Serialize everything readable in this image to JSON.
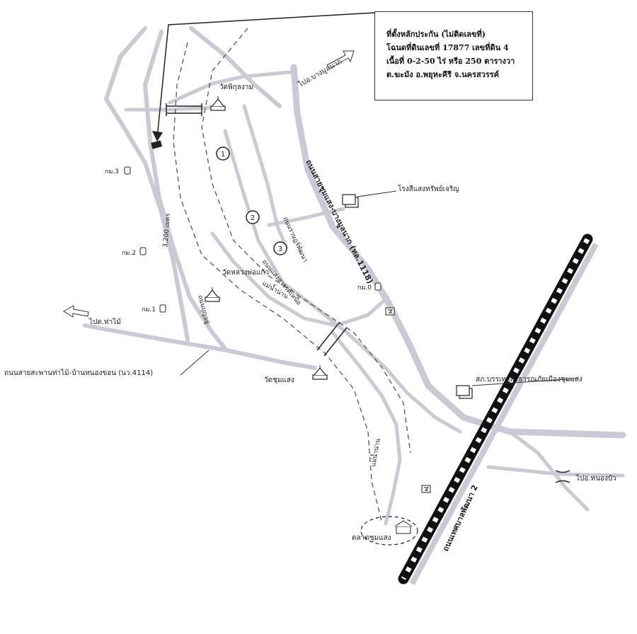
{
  "info_box": {
    "line1": "ที่ตั้งหลักประกัน (ไม่ติดเลขที่)",
    "line2": "โฉนดที่ดินเลขที่ 17877  เลขที่ดิน 4",
    "line3": "เนื้อที่ 0-2-50 ไร่ หรือ 250 ตารางวา",
    "line4": "ต.ฆะมัง  อ.พยุหะคีรี จ.นครสวรรค์"
  },
  "labels": {
    "temple_top": "วัดพิกุลงาม",
    "temple_mid": "วัดหลวงพ่อแก้ว",
    "temple_bottom": "วัดชุมแสง",
    "factory": "โรงสีแสงทรัพย์เจริญ",
    "police": "สภ.บรรเทาสาธารณภัยเมืองชุมแสง",
    "market": "ตลาดชุมแสง",
    "to_bang_mun_nak": "ไปอ.บางมูลนาก",
    "to_tha_mai": "ไปต.ท่าไม้",
    "to_nong_bua": "ไปอ.หนองบัว",
    "main_road": "ถนนสายชุมแสง-บางมูลนาก (ทล.1118)",
    "rail_road": "ถนนเทศบาลพัฒนา 2",
    "road_tha_mai": "ถนนสายสะพานท่าไม้-บ้านหนองขอน (นว.4114)",
    "road_3200": "3,200 เมตร",
    "road_river": "ถนนบุญอยู่",
    "road_nakhon_sawan": "ถนนแสงสวรรค์เหนือ",
    "road_kitcha": "ถนนราษฎร์พัฒนา",
    "river_upper": "แม่น้ำน่าน",
    "river_lower": "แม่น้ำน่าน",
    "km3": "กม.3",
    "km2": "กม.2",
    "km1": "กม.1",
    "km0": "กม.0",
    "num1": "1",
    "num2": "2",
    "num3": "3"
  }
}
